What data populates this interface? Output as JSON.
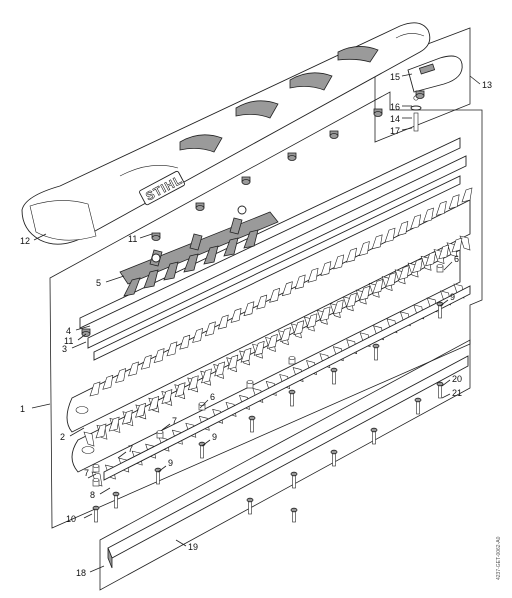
{
  "diagram": {
    "brand_text": "STIHL",
    "side_code": "4237-GET-0062-A0",
    "callouts": [
      {
        "id": "c1",
        "label": "1"
      },
      {
        "id": "c2",
        "label": "2"
      },
      {
        "id": "c3",
        "label": "3"
      },
      {
        "id": "c4",
        "label": "4"
      },
      {
        "id": "c5",
        "label": "5"
      },
      {
        "id": "c6a",
        "label": "6"
      },
      {
        "id": "c6b",
        "label": "6"
      },
      {
        "id": "c7a",
        "label": "7"
      },
      {
        "id": "c7b",
        "label": "7"
      },
      {
        "id": "c7c",
        "label": "7"
      },
      {
        "id": "c8",
        "label": "8"
      },
      {
        "id": "c9a",
        "label": "9"
      },
      {
        "id": "c9b",
        "label": "9"
      },
      {
        "id": "c9c",
        "label": "9"
      },
      {
        "id": "c10",
        "label": "10"
      },
      {
        "id": "c11a",
        "label": "11"
      },
      {
        "id": "c11b",
        "label": "11"
      },
      {
        "id": "c12",
        "label": "12"
      },
      {
        "id": "c13",
        "label": "13"
      },
      {
        "id": "c14",
        "label": "14"
      },
      {
        "id": "c15",
        "label": "15"
      },
      {
        "id": "c16",
        "label": "16"
      },
      {
        "id": "c17",
        "label": "17"
      },
      {
        "id": "c18",
        "label": "18"
      },
      {
        "id": "c19",
        "label": "19"
      },
      {
        "id": "c20",
        "label": "20"
      },
      {
        "id": "c21",
        "label": "21"
      }
    ]
  }
}
